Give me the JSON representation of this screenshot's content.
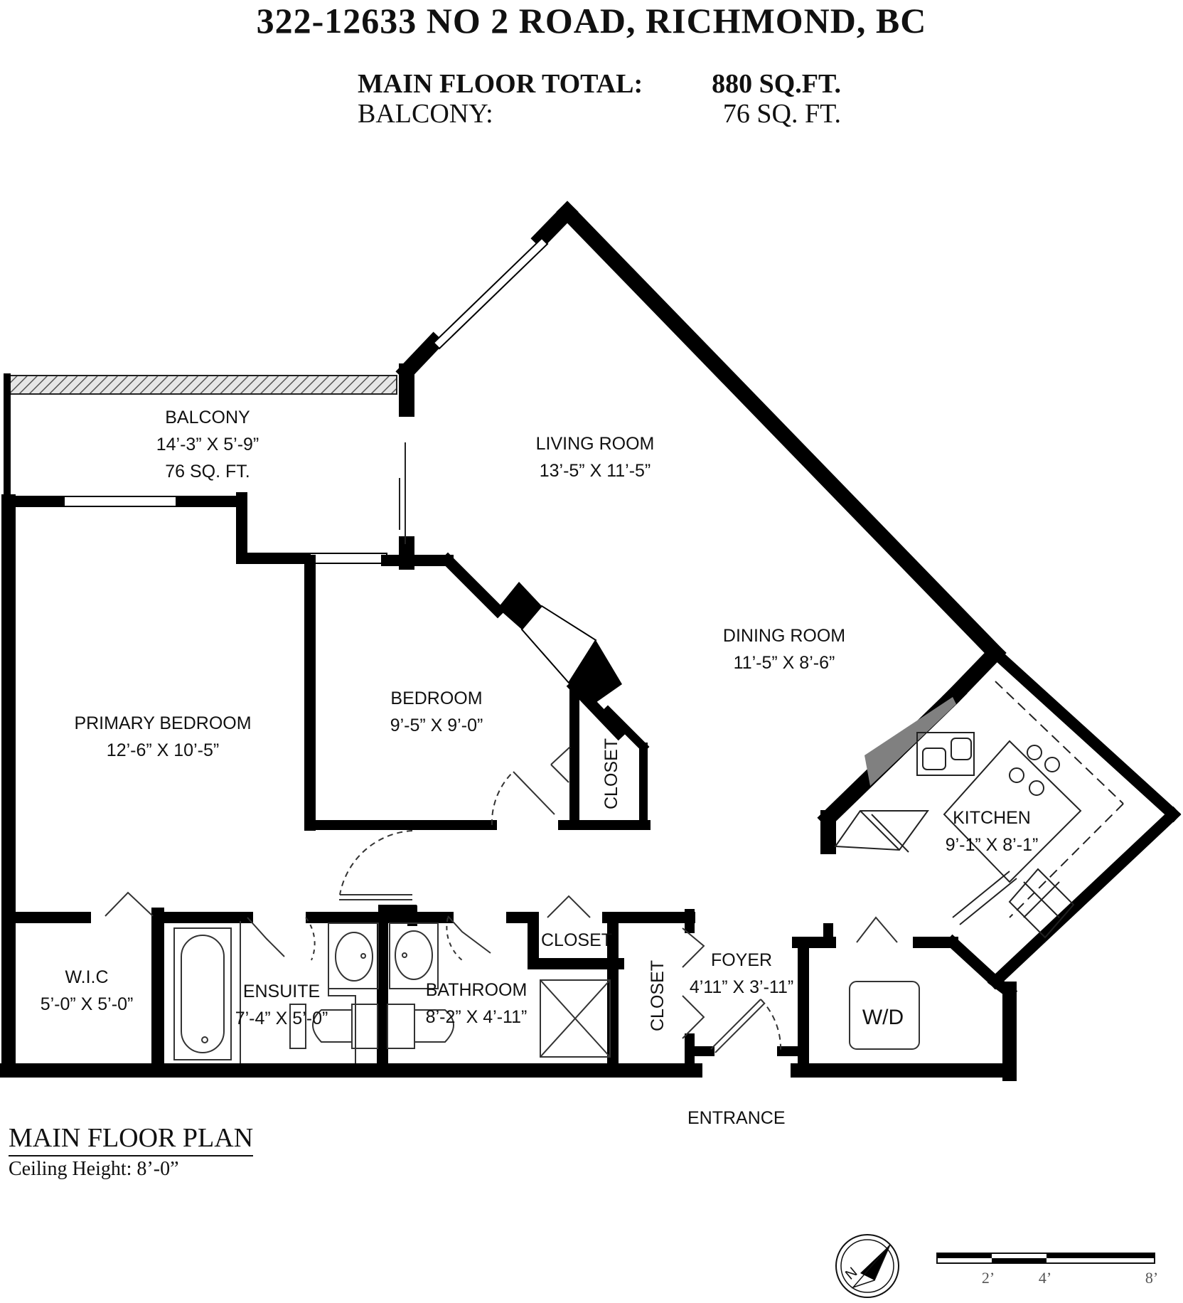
{
  "header": {
    "address": "322-12633 NO 2 ROAD, RICHMOND, BC",
    "main_floor_label": "MAIN FLOOR TOTAL:",
    "main_floor_value": "880 SQ.FT.",
    "balcony_label": "BALCONY:",
    "balcony_value": "76 SQ. FT."
  },
  "rooms": {
    "balcony": {
      "name": "BALCONY",
      "dims": "14’-3” X 5’-9”",
      "area": "76 SQ. FT."
    },
    "living_room": {
      "name": "LIVING ROOM",
      "dims": "13’-5” X 11’-5”"
    },
    "dining_room": {
      "name": "DINING ROOM",
      "dims": "11’-5” X 8’-6”"
    },
    "bedroom": {
      "name": "BEDROOM",
      "dims": "9’-5” X 9’-0”"
    },
    "primary_bedroom": {
      "name": "PRIMARY BEDROOM",
      "dims": "12’-6” X 10’-5”"
    },
    "bedroom_closet": {
      "name": "CLOSET"
    },
    "kitchen": {
      "name": "KITCHEN",
      "dims": "9’-1” X 8’-1”"
    },
    "wic": {
      "name": "W.I.C",
      "dims": "5’-0” X 5’-0”"
    },
    "ensuite": {
      "name": "ENSUITE",
      "dims": "7’-4” X 5’-0”"
    },
    "bathroom": {
      "name": "BATHROOM",
      "dims": "8’-2” X 4’-11”"
    },
    "hall_closet": {
      "name": "CLOSET"
    },
    "foyer_closet": {
      "name": "CLOSET"
    },
    "foyer": {
      "name": "FOYER",
      "dims": "4’11” X 3’-11”"
    },
    "laundry": {
      "name": "W/D"
    }
  },
  "entrance_label": "ENTRANCE",
  "footer": {
    "plan_title": "MAIN FLOOR PLAN",
    "ceiling_height": "Ceiling Height: 8’-0”"
  },
  "compass": {
    "letter": "N",
    "icon": "north-arrow-icon"
  },
  "scale_bar": {
    "ticks": [
      "2’",
      "4’",
      "8’"
    ]
  },
  "colors": {
    "wall": "#000000",
    "counter": "#808080",
    "railing": "#bdbdbd"
  }
}
